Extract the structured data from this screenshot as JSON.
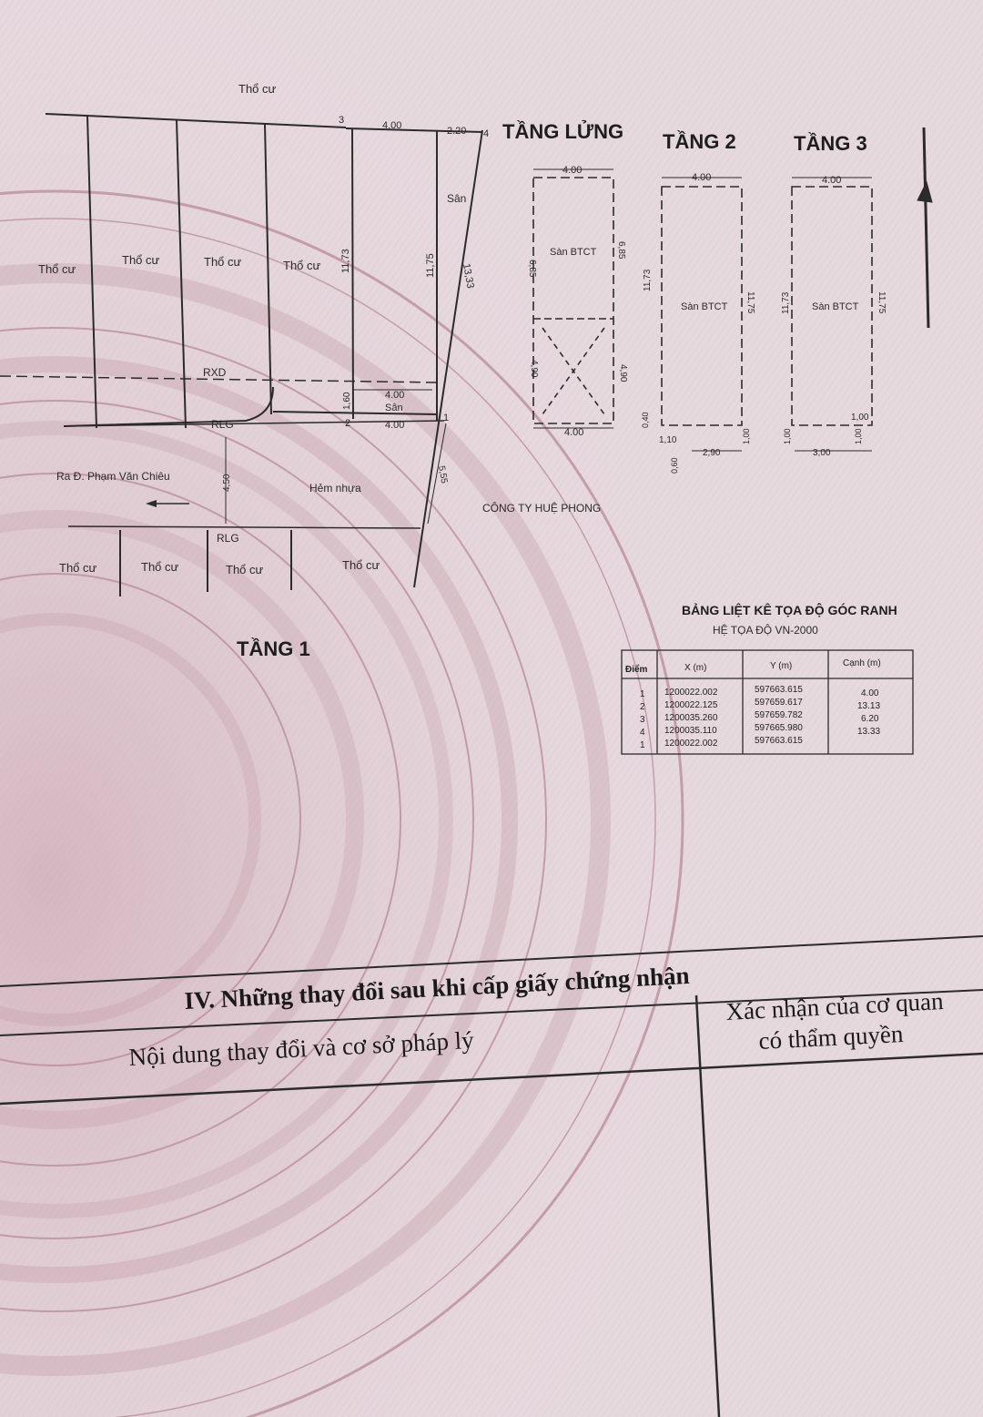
{
  "labels": {
    "tho_cu": "Thổ cư",
    "san": "Sân",
    "san_btct": "Sàn BTCT",
    "rxd": "RXD",
    "rlg": "RLG",
    "street": "Ra Đ. Phạm Văn Chiêu",
    "hem_nhua": "Hẻm nhựa",
    "company": "CÔNG TY HUỆ PHONG"
  },
  "floors": {
    "tang1": "TẦNG 1",
    "tang_lung": "TẦNG LỬNG",
    "tang2": "TẦNG 2",
    "tang3": "TẦNG 3"
  },
  "dimensions": {
    "d400": "4.00",
    "d220": "2.20",
    "d1173": "11,73",
    "d1175": "11,75",
    "d1333": "13,33",
    "d160": "1,60",
    "d555": "5,55",
    "d450": "4,50",
    "d685": "6,85",
    "d490": "4,90",
    "d040": "0,40",
    "d110": "1,10",
    "d060": "0,60",
    "d290": "2,90",
    "d100": "1,00",
    "d300": "3,00"
  },
  "points": {
    "p1": "1",
    "p2": "2",
    "p3": "3",
    "p4": "4"
  },
  "coord_table": {
    "title": "BẢNG LIỆT KÊ TỌA ĐỘ GÓC RANH",
    "subtitle": "HỆ TỌA ĐỘ VN-2000",
    "headers": [
      "Điểm",
      "X (m)",
      "Y (m)",
      "Cạnh (m)"
    ],
    "rows": [
      {
        "point": "1",
        "x": "1200022.002",
        "y": "597663.615",
        "edge": "4.00"
      },
      {
        "point": "2",
        "x": "1200022.125",
        "y": "597659.617",
        "edge": "13.13"
      },
      {
        "point": "3",
        "x": "1200035.260",
        "y": "597659.782",
        "edge": "6.20"
      },
      {
        "point": "4",
        "x": "1200035.110",
        "y": "597665.980",
        "edge": "13.33"
      },
      {
        "point": "1",
        "x": "1200022.002",
        "y": "597663.615",
        "edge": ""
      }
    ]
  },
  "section4": {
    "title": "IV. Những thay đổi sau khi cấp giấy chứng nhận",
    "col1": "Nội dung thay đổi và cơ sở pháp lý",
    "col2_line1": "Xác nhận của cơ quan",
    "col2_line2": "có thẩm quyền"
  },
  "colors": {
    "paper": "#e6d9de",
    "guilloche": "#b98a98",
    "ink": "#222222"
  }
}
